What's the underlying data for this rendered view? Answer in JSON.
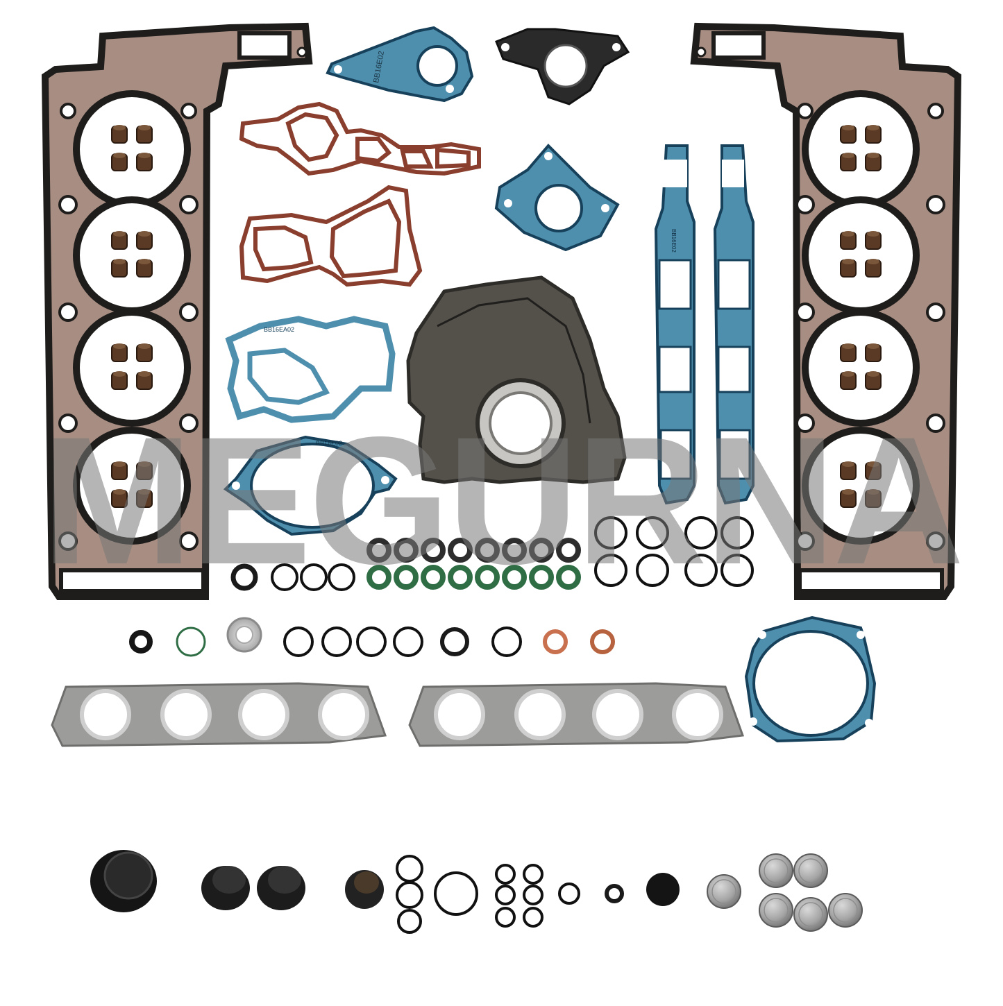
{
  "brand": {
    "watermark_text": "MEGURNA"
  },
  "part_markings": {
    "water_gasket": "BB16E02",
    "pump_gasket": "BB16EA02",
    "round_gasket": "BB16E02",
    "intake_strip": "BB16E02"
  },
  "kit": {
    "head_gaskets": 2,
    "valve_stem_seals": 32,
    "exhaust_manifold_gaskets": 2,
    "freeze_plugs": 7
  },
  "colors": {
    "background": "#ffffff",
    "mls_steel": "#1e1d1b",
    "head_coating": "#a78d82",
    "blue_rubber": "#4f8fae",
    "blue_edge": "#17415b",
    "red_silicone": "#8a3e2d",
    "green_oring": "#2f6d45",
    "copper": "#c9704f",
    "manifold_steel": "#9c9c9a",
    "cover_body": "#54504a",
    "watermark": "#787878"
  },
  "icons": [
    "head-gasket-icon",
    "valve-seal-icon",
    "o-ring-icon",
    "freeze-plug-icon"
  ]
}
